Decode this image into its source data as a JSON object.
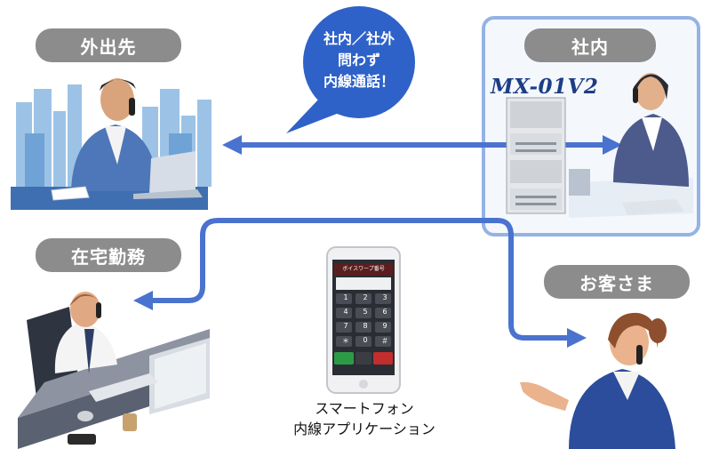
{
  "labels": {
    "outside": "外出先",
    "office": "社内",
    "home": "在宅勤務",
    "customer": "お客さま"
  },
  "brand": "MX-01V2",
  "bubble": {
    "line1": "社内／社外",
    "line2": "問わず",
    "line3": "内線通話！"
  },
  "caption": {
    "line1": "スマートフォン",
    "line2": "内線アプリケーション"
  },
  "phone": {
    "screen_title": "ボイスワープ番号",
    "keys": [
      "1",
      "2",
      "3",
      "4",
      "5",
      "6",
      "7",
      "8",
      "9",
      "＊",
      "0",
      "＃"
    ]
  },
  "colors": {
    "arrow": "#4a72cf",
    "bubble": "#2f62c8",
    "pill": "#8c8c8c",
    "frame": "#94b3e4",
    "brand": "#1d3e86"
  }
}
